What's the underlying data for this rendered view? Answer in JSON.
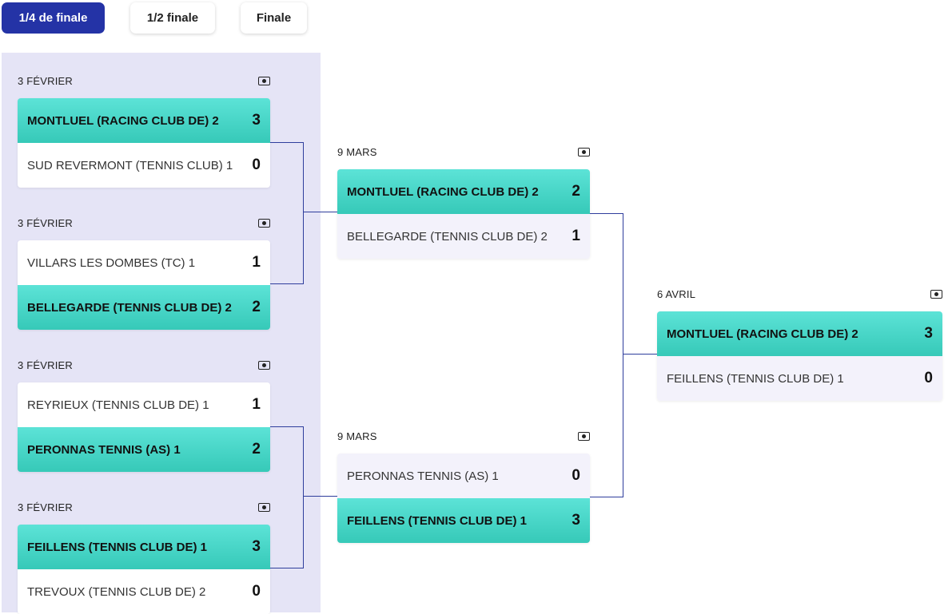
{
  "tabs": [
    {
      "label": "1/4 de finale",
      "active": true
    },
    {
      "label": "1/2 finale",
      "active": false
    },
    {
      "label": "Finale",
      "active": false
    }
  ],
  "colors": {
    "accent": "#2433a6",
    "winner": "#3fd3c3",
    "round_bg": "#e5e4f6",
    "connector": "#2e3d9c"
  },
  "rounds": {
    "quarter": [
      {
        "date": "3 FÉVRIER",
        "teams": [
          {
            "name": "MONTLUEL (RACING CLUB DE) 2",
            "score": "3",
            "winner": true
          },
          {
            "name": "SUD REVERMONT (TENNIS CLUB) 1",
            "score": "0",
            "winner": false
          }
        ]
      },
      {
        "date": "3 FÉVRIER",
        "teams": [
          {
            "name": "VILLARS LES DOMBES (TC) 1",
            "score": "1",
            "winner": false
          },
          {
            "name": "BELLEGARDE (TENNIS CLUB DE) 2",
            "score": "2",
            "winner": true
          }
        ]
      },
      {
        "date": "3 FÉVRIER",
        "teams": [
          {
            "name": "REYRIEUX (TENNIS CLUB DE) 1",
            "score": "1",
            "winner": false
          },
          {
            "name": "PERONNAS TENNIS (AS) 1",
            "score": "2",
            "winner": true
          }
        ]
      },
      {
        "date": "3 FÉVRIER",
        "teams": [
          {
            "name": "FEILLENS (TENNIS CLUB DE) 1",
            "score": "3",
            "winner": true
          },
          {
            "name": "TREVOUX (TENNIS CLUB DE) 2",
            "score": "0",
            "winner": false
          }
        ]
      }
    ],
    "semi": [
      {
        "date": "9 MARS",
        "teams": [
          {
            "name": "MONTLUEL (RACING CLUB DE) 2",
            "score": "2",
            "winner": true
          },
          {
            "name": "BELLEGARDE (TENNIS CLUB DE) 2",
            "score": "1",
            "winner": false
          }
        ]
      },
      {
        "date": "9 MARS",
        "teams": [
          {
            "name": "PERONNAS TENNIS (AS) 1",
            "score": "0",
            "winner": false
          },
          {
            "name": "FEILLENS (TENNIS CLUB DE) 1",
            "score": "3",
            "winner": true
          }
        ]
      }
    ],
    "final": [
      {
        "date": "6 AVRIL",
        "teams": [
          {
            "name": "MONTLUEL (RACING CLUB DE) 2",
            "score": "3",
            "winner": true
          },
          {
            "name": "FEILLENS (TENNIS CLUB DE) 1",
            "score": "0",
            "winner": false
          }
        ]
      }
    ]
  }
}
